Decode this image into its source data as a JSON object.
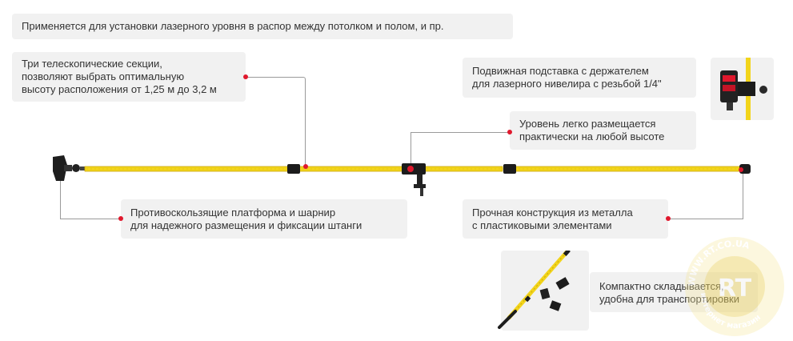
{
  "callouts": {
    "top": "Применяется для установки лазерного уровня в распор между потолком и полом, и пр.",
    "sections": "Три телескопические секции,\nпозволяют выбрать оптимальную\nвысоту расположения от 1,25 м до 3,2 м",
    "stand": "Подвижная подставка с держателем\nдля лазерного нивелира с резьбой 1/4\"",
    "level": "Уровень легко размещается\nпрактически на любой высоте",
    "platform": "Противоскользящие платформа и шарнир\nдля надежного размещения и фиксации штанги",
    "metal": "Прочная конструкция из металла\nс пластиковыми элементами",
    "compact": "Компактно складывается,\nудобна для транспортировки"
  },
  "watermark": {
    "url_text": "WWW.RT.CO.UA",
    "logo_text": "RT",
    "ring_text": "интернет магазин"
  },
  "colors": {
    "pole_yellow": "#f2d41a",
    "pole_dark": "#c9a60c",
    "accent_red": "#e0182d",
    "callout_bg": "#f1f1f1",
    "leader": "#9a9a9a"
  }
}
